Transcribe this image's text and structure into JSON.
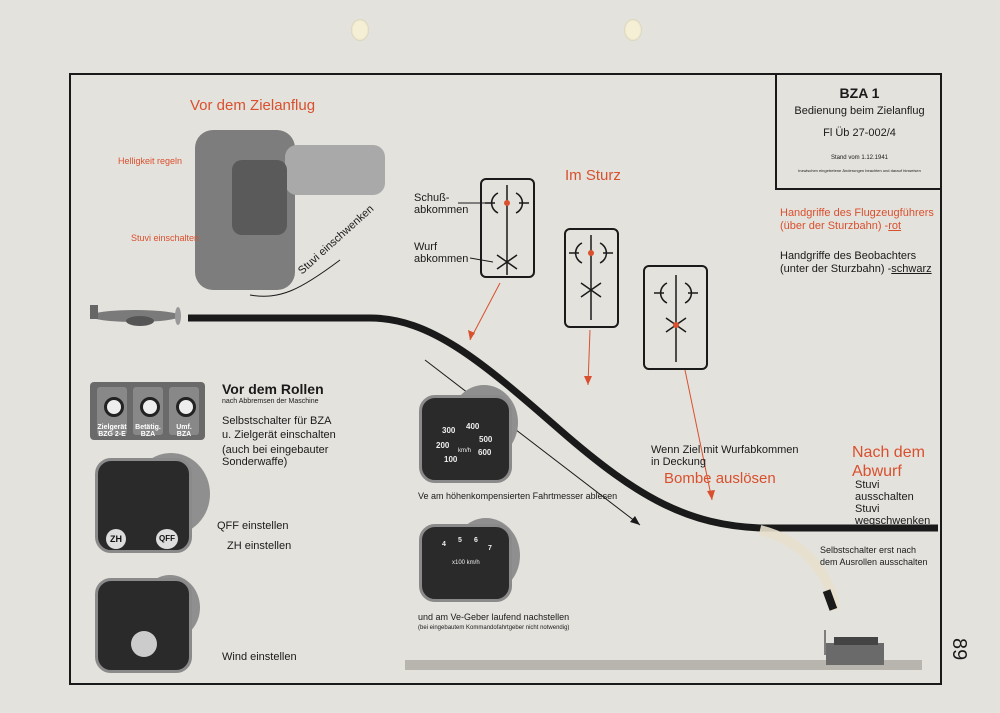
{
  "page_number": "89",
  "title_block": {
    "title": "BZA 1",
    "subtitle": "Bedienung beim Zielanflug",
    "code": "Fl Üb 27-002/4",
    "stand": "Stand vom 1.12.1941",
    "note": "Inzwischen eingetretene Änderungen beachten und darauf hinweisen"
  },
  "legend": {
    "pilot": "Handgriffe des Flugzeugführers",
    "pilot2": "(über der Sturzbahn) -",
    "pilot_color": "rot",
    "observer": "Handgriffe des Beobachters",
    "observer2": "(unter der Sturzbahn) -",
    "observer_color": "schwarz"
  },
  "zielanflug": {
    "heading": "Vor dem Zielanflug",
    "helligkeit": "Helligkeit regeln",
    "stuvi_ein": "Stuvi einschalten",
    "stuvi_schwenken": "Stuvi einschwenken"
  },
  "sturz": {
    "heading": "Im Sturz",
    "schuss": "Schuß-",
    "schuss2": "abkommen",
    "wurf": "Wurf",
    "wurf2": "abkommen",
    "wenn_ziel": "Wenn Ziel mit Wurfabkommen",
    "in_deckung": "in Deckung",
    "bombe": "Bombe auslösen"
  },
  "abwurf": {
    "heading": "Nach dem",
    "heading2": "Abwurf",
    "l1": "Stuvi",
    "l2": "ausschalten",
    "l3": "Stuvi",
    "l4": "wegschwenken",
    "self1": "Selbstschalter erst nach",
    "self2": "dem Ausrollen ausschalten"
  },
  "rollen": {
    "heading": "Vor dem Rollen",
    "sub": "nach Abbremsen der Maschine",
    "s1": "Selbstschalter für BZA",
    "s2": "u. Zielgerät einschalten",
    "s3": "(auch bei eingebauter",
    "s4": "Sonderwaffe)",
    "switches": [
      "Zielgerät BZG 2-E",
      "Betätig. BZA",
      "Umf. BZA"
    ],
    "qff": "QFF einstellen",
    "zh": "ZH einstellen",
    "wind": "Wind einstellen",
    "zh_label": "ZH",
    "qff_label": "QFF"
  },
  "fahrt": {
    "ve_text": "am höhenkompensierten Fahrtmesser ablesen",
    "ve_sym": "Ve",
    "geber_text": "und am Ve-Geber laufend nachstellen",
    "geber_note": "(bei eingebautem Kommandofahrtgeber nicht notwendig)",
    "gauge_nums": [
      "300",
      "400",
      "500",
      "200",
      "600",
      "100",
      "km/h"
    ],
    "geber_nums": [
      "4",
      "5",
      "6",
      "7",
      "x100 km/h"
    ]
  },
  "colors": {
    "accent_red": "#d9502e",
    "ink": "#1a1a1a"
  }
}
